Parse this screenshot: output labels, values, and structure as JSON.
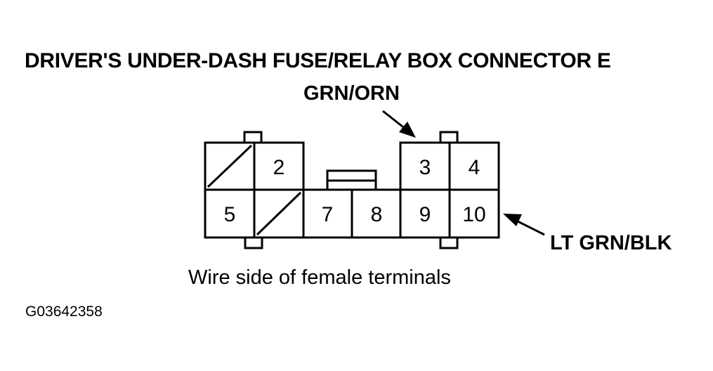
{
  "diagram": {
    "title": "DRIVER'S UNDER-DASH FUSE/RELAY BOX CONNECTOR E",
    "callouts": {
      "top_wire": "GRN/ORN",
      "right_wire": "LT GRN/BLK"
    },
    "caption": "Wire side of female terminals",
    "figure_code": "G03642358",
    "terminals": {
      "t2": "2",
      "t3": "3",
      "t4": "4",
      "t5": "5",
      "t7": "7",
      "t8": "8",
      "t9": "9",
      "t10": "10"
    }
  }
}
